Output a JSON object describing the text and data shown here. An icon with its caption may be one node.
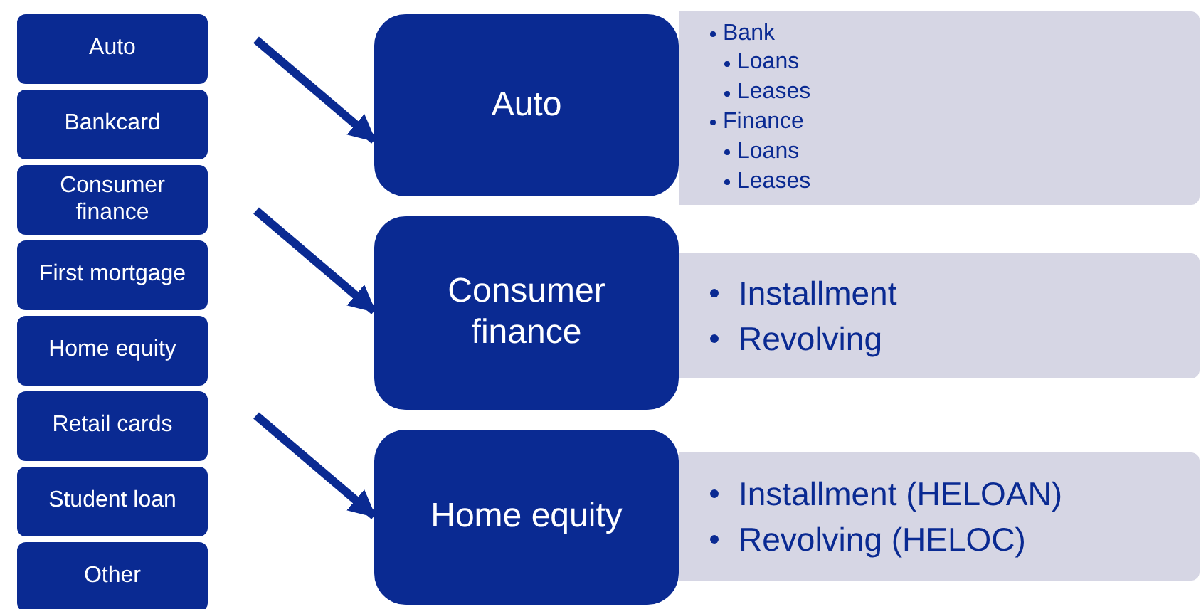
{
  "diagram": {
    "nodes": [
      {
        "text": [
          "Auto"
        ]
      },
      {
        "text": [
          "Bankcard"
        ]
      },
      {
        "text": [
          "Consumer finance"
        ]
      },
      {
        "text": [
          "First mortgage"
        ]
      },
      {
        "text": [
          "Home equity"
        ]
      },
      {
        "text": [
          "Retail cards"
        ]
      },
      {
        "text": [
          "Student loan"
        ]
      },
      {
        "text": [
          "Other"
        ]
      },
      {
        "text": [
          "Auto"
        ]
      },
      {
        "text": [
          "Bank",
          "Loans",
          "Leases",
          "Finance",
          "Loans",
          "Leases"
        ]
      },
      {
        "text": [
          "Consumer finance"
        ]
      },
      {
        "text": [
          "Installment",
          "Revolving"
        ]
      },
      {
        "text": [
          "Home equity"
        ]
      },
      {
        "text": [
          "Installment (HELOAN)",
          "Revolving (HELOC)"
        ]
      }
    ],
    "edges": [
      {
        "from": null,
        "to": 8,
        "arrow": "to"
      },
      {
        "from": null,
        "to": 10,
        "arrow": "to"
      },
      {
        "from": null,
        "to": 12,
        "arrow": "to"
      }
    ]
  }
}
